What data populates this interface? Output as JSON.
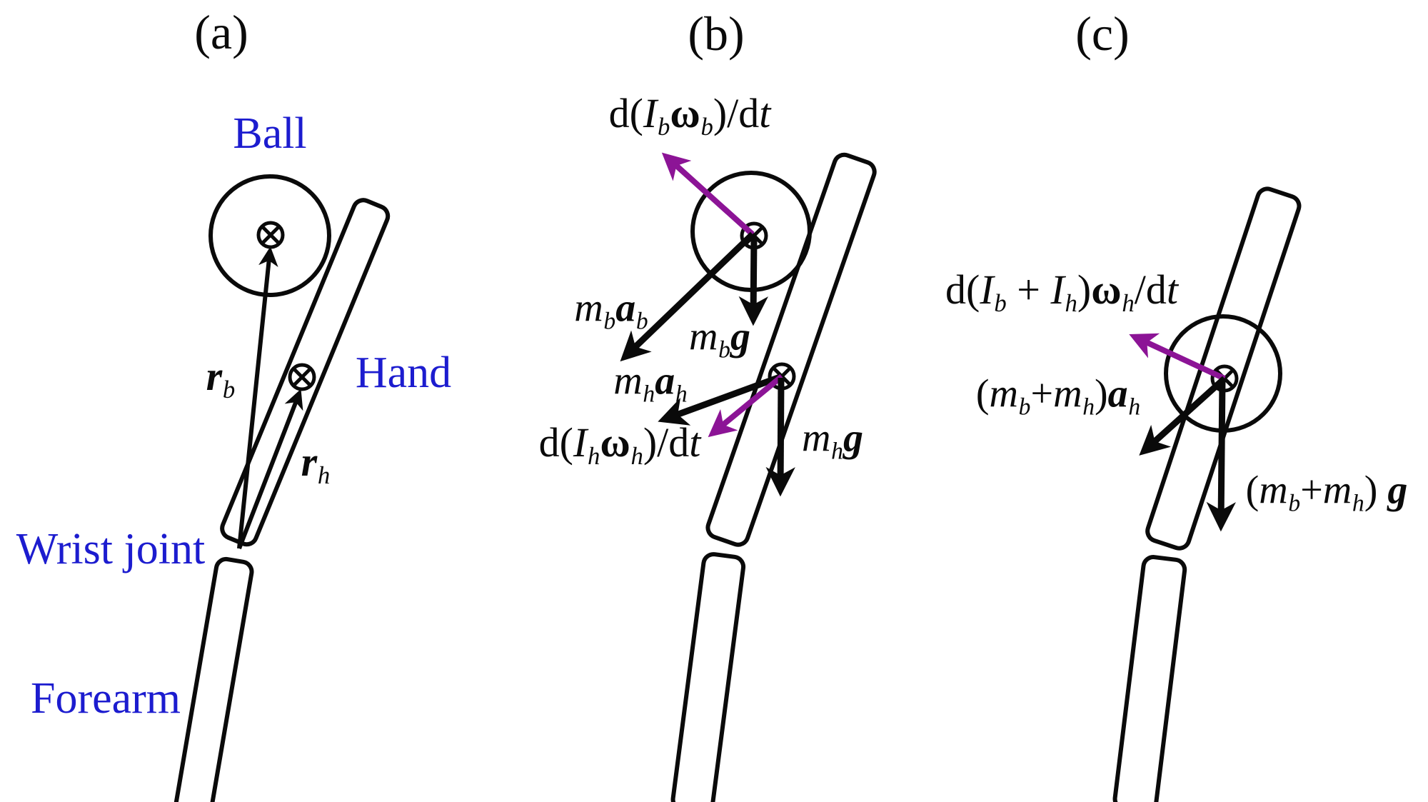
{
  "colors": {
    "ink": "#0a0a0a",
    "label_blue": "#1c1ccf",
    "vector_purple": "#8c1496",
    "background": "#ffffff"
  },
  "panel_a": {
    "header": "(a)",
    "ball_label": "Ball",
    "hand_label": "Hand",
    "wrist_label": "Wrist joint",
    "forearm_label": "Forearm",
    "r_b": [
      {
        "t": "r",
        "c": "b"
      },
      {
        "t": "b",
        "c": "s"
      }
    ],
    "r_h": [
      {
        "t": "r",
        "c": "b"
      },
      {
        "t": "h",
        "c": "s"
      }
    ]
  },
  "panel_b": {
    "header": "(b)",
    "torque_ball": [
      {
        "t": "d("
      },
      {
        "t": "I",
        "c": "i"
      },
      {
        "t": "b",
        "c": "s"
      },
      {
        "t": "ω",
        "c": "w"
      },
      {
        "t": "b",
        "c": "s"
      },
      {
        "t": ")/d"
      },
      {
        "t": "t",
        "c": "i"
      }
    ],
    "force_ball_accel": [
      {
        "t": "m",
        "c": "i"
      },
      {
        "t": "b",
        "c": "s"
      },
      {
        "t": "a",
        "c": "b"
      },
      {
        "t": "b",
        "c": "s"
      }
    ],
    "force_ball_gravity": [
      {
        "t": "m",
        "c": "i"
      },
      {
        "t": "b",
        "c": "s"
      },
      {
        "t": "g",
        "c": "b"
      }
    ],
    "force_hand_accel": [
      {
        "t": "m",
        "c": "i"
      },
      {
        "t": "h",
        "c": "s"
      },
      {
        "t": "a",
        "c": "b"
      },
      {
        "t": "h",
        "c": "s"
      }
    ],
    "torque_hand": [
      {
        "t": "d("
      },
      {
        "t": "I",
        "c": "i"
      },
      {
        "t": "h",
        "c": "s"
      },
      {
        "t": "ω",
        "c": "w"
      },
      {
        "t": "h",
        "c": "s"
      },
      {
        "t": ")/d"
      },
      {
        "t": "t",
        "c": "i"
      }
    ],
    "force_hand_gravity": [
      {
        "t": "m",
        "c": "i"
      },
      {
        "t": "h",
        "c": "s"
      },
      {
        "t": "g",
        "c": "b"
      }
    ]
  },
  "panel_c": {
    "header": "(c)",
    "torque_combined": [
      {
        "t": "d("
      },
      {
        "t": "I",
        "c": "i"
      },
      {
        "t": "b",
        "c": "s"
      },
      {
        "t": " + "
      },
      {
        "t": "I",
        "c": "i"
      },
      {
        "t": "h",
        "c": "s"
      },
      {
        "t": ")"
      },
      {
        "t": "ω",
        "c": "w"
      },
      {
        "t": "h",
        "c": "s"
      },
      {
        "t": "/d"
      },
      {
        "t": "t",
        "c": "i"
      }
    ],
    "force_combined_accel": [
      {
        "t": "("
      },
      {
        "t": "m",
        "c": "i"
      },
      {
        "t": "b",
        "c": "s"
      },
      {
        "t": "+"
      },
      {
        "t": "m",
        "c": "i"
      },
      {
        "t": "h",
        "c": "s"
      },
      {
        "t": ")"
      },
      {
        "t": "a",
        "c": "b"
      },
      {
        "t": "h",
        "c": "s"
      }
    ],
    "force_combined_gravity": [
      {
        "t": "("
      },
      {
        "t": "m",
        "c": "i"
      },
      {
        "t": "b",
        "c": "s"
      },
      {
        "t": "+"
      },
      {
        "t": "m",
        "c": "i"
      },
      {
        "t": "h",
        "c": "s"
      },
      {
        "t": ") "
      },
      {
        "t": "g",
        "c": "b"
      }
    ]
  }
}
